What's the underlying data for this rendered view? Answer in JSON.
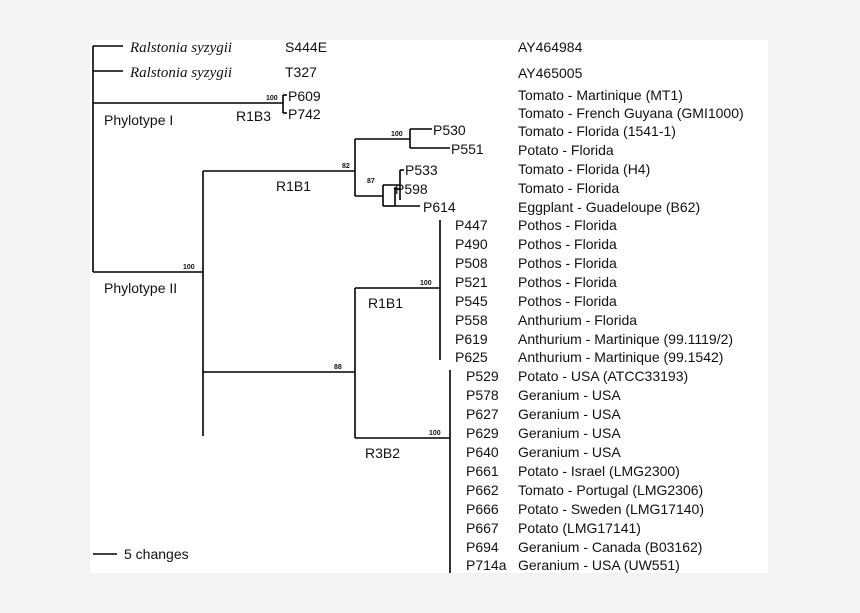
{
  "taxa": [
    {
      "id": "ralstonia1",
      "genus": "Ralstonia syzygii",
      "strain": "S444E",
      "desc": "AY464984"
    },
    {
      "id": "ralstonia2",
      "genus": "Ralstonia syzygii",
      "strain": "T327",
      "desc": "AY465005"
    },
    {
      "id": "p609",
      "strain": "P609",
      "desc": "Tomato - Martinique (MT1)"
    },
    {
      "id": "p742",
      "strain": "P742",
      "desc": "Tomato - French Guyana (GMI1000)"
    },
    {
      "id": "p530",
      "strain": "P530",
      "desc": "Tomato - Florida (1541-1)"
    },
    {
      "id": "p551",
      "strain": "P551",
      "desc": "Potato - Florida"
    },
    {
      "id": "p533",
      "strain": "P533",
      "desc": "Tomato - Florida (H4)"
    },
    {
      "id": "p598",
      "strain": "P598",
      "desc": "Tomato - Florida"
    },
    {
      "id": "p614",
      "strain": "P614",
      "desc": "Eggplant - Guadeloupe (B62)"
    },
    {
      "id": "p447",
      "strain": "P447",
      "desc": "Pothos - Florida"
    },
    {
      "id": "p490",
      "strain": "P490",
      "desc": "Pothos - Florida"
    },
    {
      "id": "p508",
      "strain": "P508",
      "desc": "Pothos - Florida"
    },
    {
      "id": "p521",
      "strain": "P521",
      "desc": "Pothos - Florida"
    },
    {
      "id": "p545",
      "strain": "P545",
      "desc": "Pothos - Florida"
    },
    {
      "id": "p558",
      "strain": "P558",
      "desc": "Anthurium - Florida"
    },
    {
      "id": "p619",
      "strain": "P619",
      "desc": "Anthurium - Martinique (99.1119/2)"
    },
    {
      "id": "p625",
      "strain": "P625",
      "desc": "Anthurium - Martinique (99.1542)"
    },
    {
      "id": "p529",
      "strain": "P529",
      "desc": "Potato - USA (ATCC33193)"
    },
    {
      "id": "p578",
      "strain": "P578",
      "desc": "Geranium - USA"
    },
    {
      "id": "p627",
      "strain": "P627",
      "desc": "Geranium - USA"
    },
    {
      "id": "p629",
      "strain": "P629",
      "desc": "Geranium - USA"
    },
    {
      "id": "p640",
      "strain": "P640",
      "desc": "Geranium - USA"
    },
    {
      "id": "p661",
      "strain": "P661",
      "desc": "Potato - Israel (LMG2300)"
    },
    {
      "id": "p662",
      "strain": "P662",
      "desc": "Tomato - Portugal (LMG2306)"
    },
    {
      "id": "p666",
      "strain": "P666",
      "desc": "Potato - Sweden (LMG17140)"
    },
    {
      "id": "p667",
      "strain": "P667",
      "desc": "Potato  (LMG17141)"
    },
    {
      "id": "p694",
      "strain": "P694",
      "desc": "Geranium - Canada (B03162)"
    },
    {
      "id": "p714a",
      "strain": "P714a",
      "desc": "Geranium - USA (UW551)"
    }
  ],
  "clade_labels": {
    "phylotype1": "Phylotype I",
    "phylotype2": "Phylotype II",
    "r1b3": "R1B3",
    "r1b1_upper": "R1B1",
    "r1b1_lower": "R1B1",
    "r3b2": "R3B2"
  },
  "bootstrap": {
    "phylo2": "100",
    "r1b3": "100",
    "upper_group": "82",
    "p530_p551": "100",
    "p533_p598": "87",
    "lower_group": "88",
    "r1b1_lower": "100",
    "r3b2": "100"
  },
  "scale_bar": {
    "label": "5 changes"
  }
}
